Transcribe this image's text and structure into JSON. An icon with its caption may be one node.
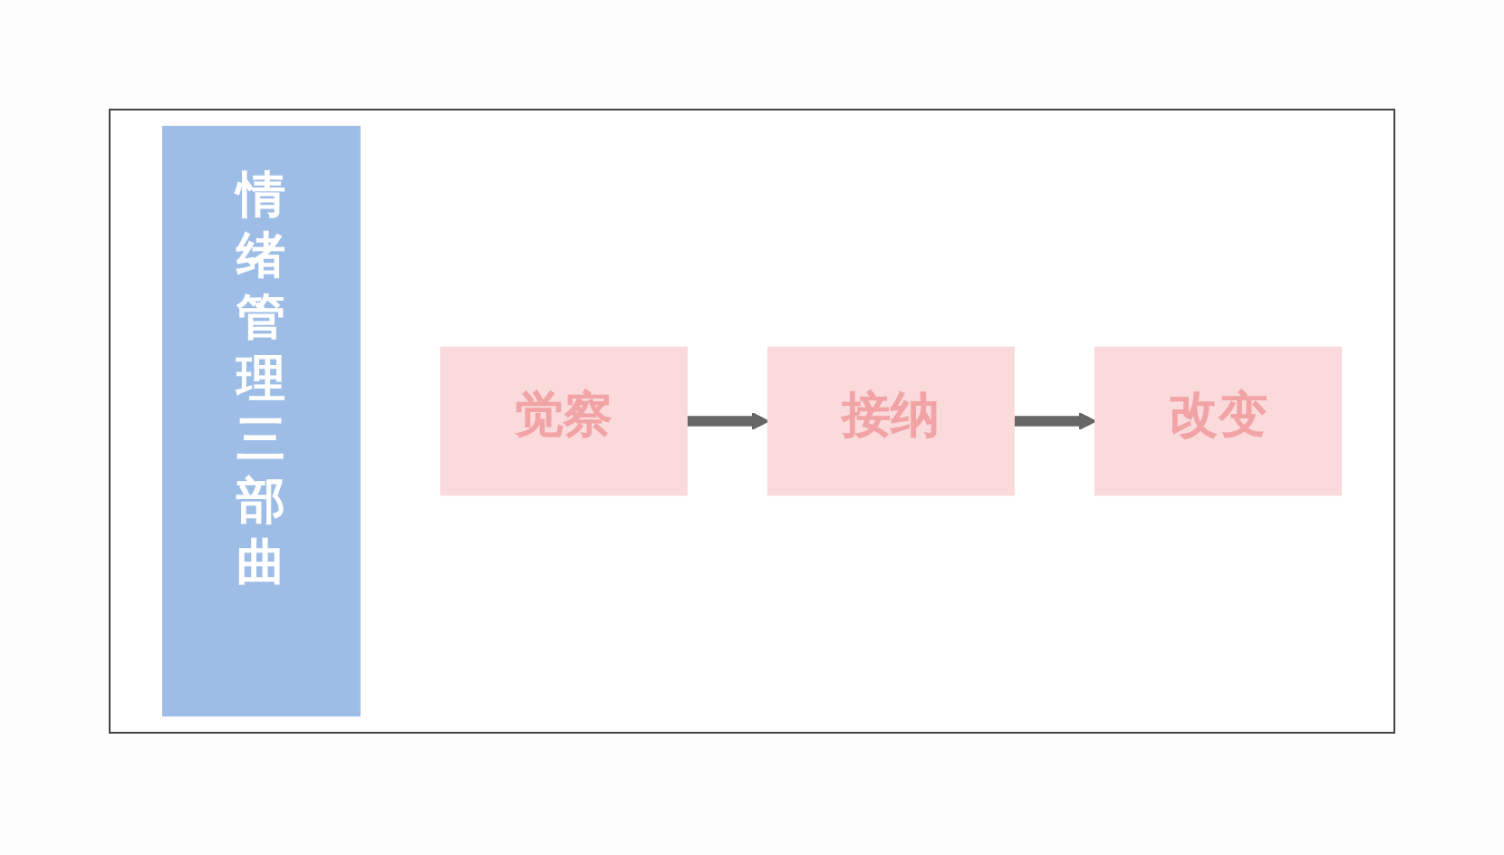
{
  "diagram": {
    "nodes": [
      {
        "text": [
          "情绪管理三部曲"
        ]
      },
      {
        "text": [
          "觉察"
        ]
      },
      {
        "text": [
          "接纳"
        ]
      },
      {
        "text": [
          "改变"
        ]
      }
    ],
    "edges": [
      {
        "from": 1,
        "to": 2,
        "arrow": "to"
      },
      {
        "from": 2,
        "to": 3,
        "arrow": "to"
      }
    ]
  }
}
